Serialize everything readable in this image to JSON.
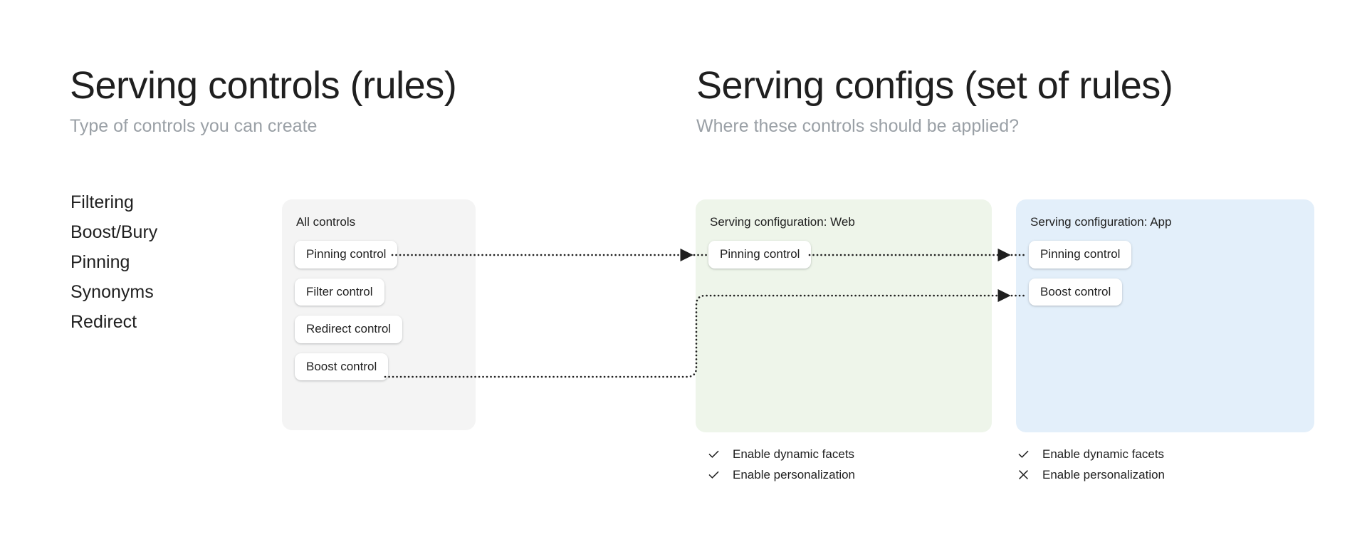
{
  "left_column": {
    "title": "Serving controls (rules)",
    "subtitle": "Type of controls you can create",
    "control_types": [
      "Filtering",
      "Boost/Bury",
      "Pinning",
      "Synonyms",
      "Redirect"
    ]
  },
  "right_column": {
    "title": "Serving configs (set of rules)",
    "subtitle": "Where these controls should be applied?"
  },
  "all_controls_card": {
    "title": "All controls",
    "chips": [
      "Pinning control",
      "Filter control",
      "Redirect control",
      "Boost control"
    ]
  },
  "serving_config_web": {
    "title": "Serving configuration: Web",
    "chips": [
      "Pinning control"
    ],
    "options": [
      {
        "icon": "check-icon",
        "label": "Enable dynamic facets",
        "state": "enabled"
      },
      {
        "icon": "check-icon",
        "label": "Enable personalization",
        "state": "enabled"
      }
    ]
  },
  "serving_config_app": {
    "title": "Serving configuration: App",
    "chips": [
      "Pinning control",
      "Boost control"
    ],
    "options": [
      {
        "icon": "check-icon",
        "label": "Enable dynamic facets",
        "state": "enabled"
      },
      {
        "icon": "close-icon",
        "label": "Enable personalization",
        "state": "disabled"
      }
    ]
  },
  "connectors": [
    {
      "from": "all-controls.pinning-control",
      "to": "serving-config-web.pinning-control",
      "style": "dotted-arrow"
    },
    {
      "from": "serving-config-web.pinning-control",
      "to": "serving-config-app.pinning-control",
      "style": "dotted-arrow"
    },
    {
      "from": "all-controls.boost-control",
      "to": "serving-config-app.boost-control",
      "style": "dotted-arrow-elbow"
    }
  ],
  "colors": {
    "background": "#ffffff",
    "all_controls_card": "#f4f4f4",
    "serving_config_web_card": "#eef5ea",
    "serving_config_app_card": "#e3effa",
    "chip": "#ffffff",
    "text_primary": "#1f1f1f",
    "text_muted": "#9aa0a6",
    "connector": "#1f1f1f"
  }
}
